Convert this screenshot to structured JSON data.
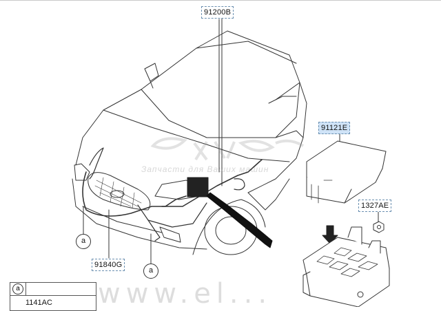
{
  "labels": {
    "harness_main": "91200B",
    "junction_box": "91121E",
    "nut": "1327AE",
    "front_harness": "91840G"
  },
  "callouts": {
    "left": "a",
    "bottom": "a"
  },
  "legend": {
    "symbol": "a",
    "code": "1141AC"
  },
  "watermark": {
    "text": "Запчасти для Ваших машин",
    "url": "www.el..."
  },
  "colors": {
    "label_border": "#6a8fb0",
    "highlight": "#cfe3f7",
    "line": "#222222"
  }
}
